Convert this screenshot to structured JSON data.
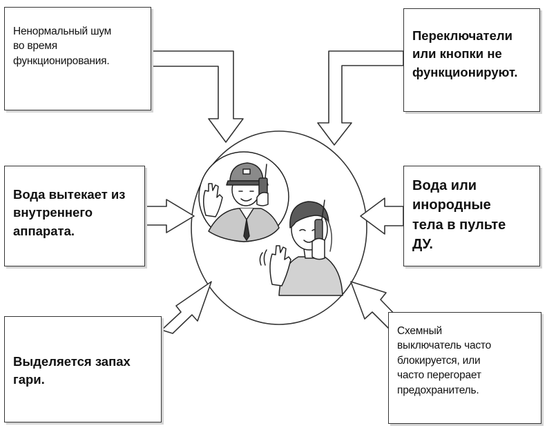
{
  "boxes": {
    "top_left": {
      "lines": [
        "Ненормальный шум",
        "во время",
        "функционирования."
      ]
    },
    "top_right": {
      "lines": [
        "Переключатели",
        "или кнопки не",
        "функционируют."
      ]
    },
    "middle_left": {
      "lines": [
        "Вода вытекает из",
        "внутреннего",
        "аппарата."
      ]
    },
    "middle_right": {
      "lines": [
        "Вода или",
        "инородные",
        "тела в пульте",
        "ДУ."
      ]
    },
    "bottom_left": {
      "lines": [
        "Выделяется запах",
        "гари."
      ]
    },
    "bottom_right": {
      "lines": [
        "Схемный",
        "выключатель часто",
        "блокируется, или",
        "часто перегорает",
        "предохранитель."
      ]
    }
  },
  "illustration": {
    "subject": "service-technician-phone-call"
  },
  "colors": {
    "line": "#333333",
    "text": "#111111",
    "shadow": "#d4d4d4",
    "background": "#ffffff"
  }
}
